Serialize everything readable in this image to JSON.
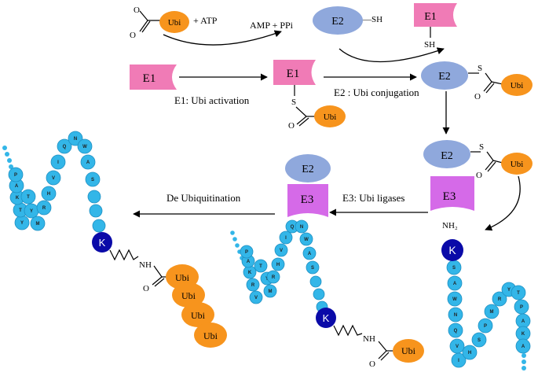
{
  "colors": {
    "ubi": "#F7941D",
    "e1": "#F07BB6",
    "e2": "#8FA8DC",
    "e3": "#D56AE8",
    "bead": "#33B6E8",
    "bead_dark": "#1E8FC2",
    "lysine": "#0A0AA8",
    "line": "#000000"
  },
  "labels": {
    "ubi": "Ubi",
    "e1": "E1",
    "e2": "E2",
    "e3": "E3",
    "lys": "K",
    "atp": "+ ATP",
    "amp": "AMP + PPi",
    "sh": "SH",
    "sh_dash": "—SH",
    "s": "S",
    "o": "O",
    "nh": "NH",
    "nh2": "NH₂",
    "e1_activation": "E1: Ubi activation",
    "e2_conjugation": "E2 : Ubi conjugation",
    "e3_ligases": "E3: Ubi ligases",
    "de_ubiquitination": "De Ubiquitination"
  },
  "peptide_left": [
    "Y",
    "T",
    "K",
    "A",
    "P",
    "T",
    "Y",
    "M",
    "R",
    "H",
    "V",
    "I",
    "Q",
    "N",
    "W",
    "A",
    "S"
  ],
  "peptide_mid": [
    "V",
    "R",
    "K",
    "A",
    "P",
    "T",
    "Y",
    "M",
    "R",
    "H",
    "V",
    "I",
    "Q",
    "N",
    "W",
    "A",
    "S"
  ],
  "peptide_right": [
    "S",
    "A",
    "W",
    "N",
    "Q",
    "V",
    "I",
    "H",
    "S",
    "P",
    "M",
    "R",
    "Y",
    "T",
    "P",
    "A",
    "K",
    "A"
  ]
}
